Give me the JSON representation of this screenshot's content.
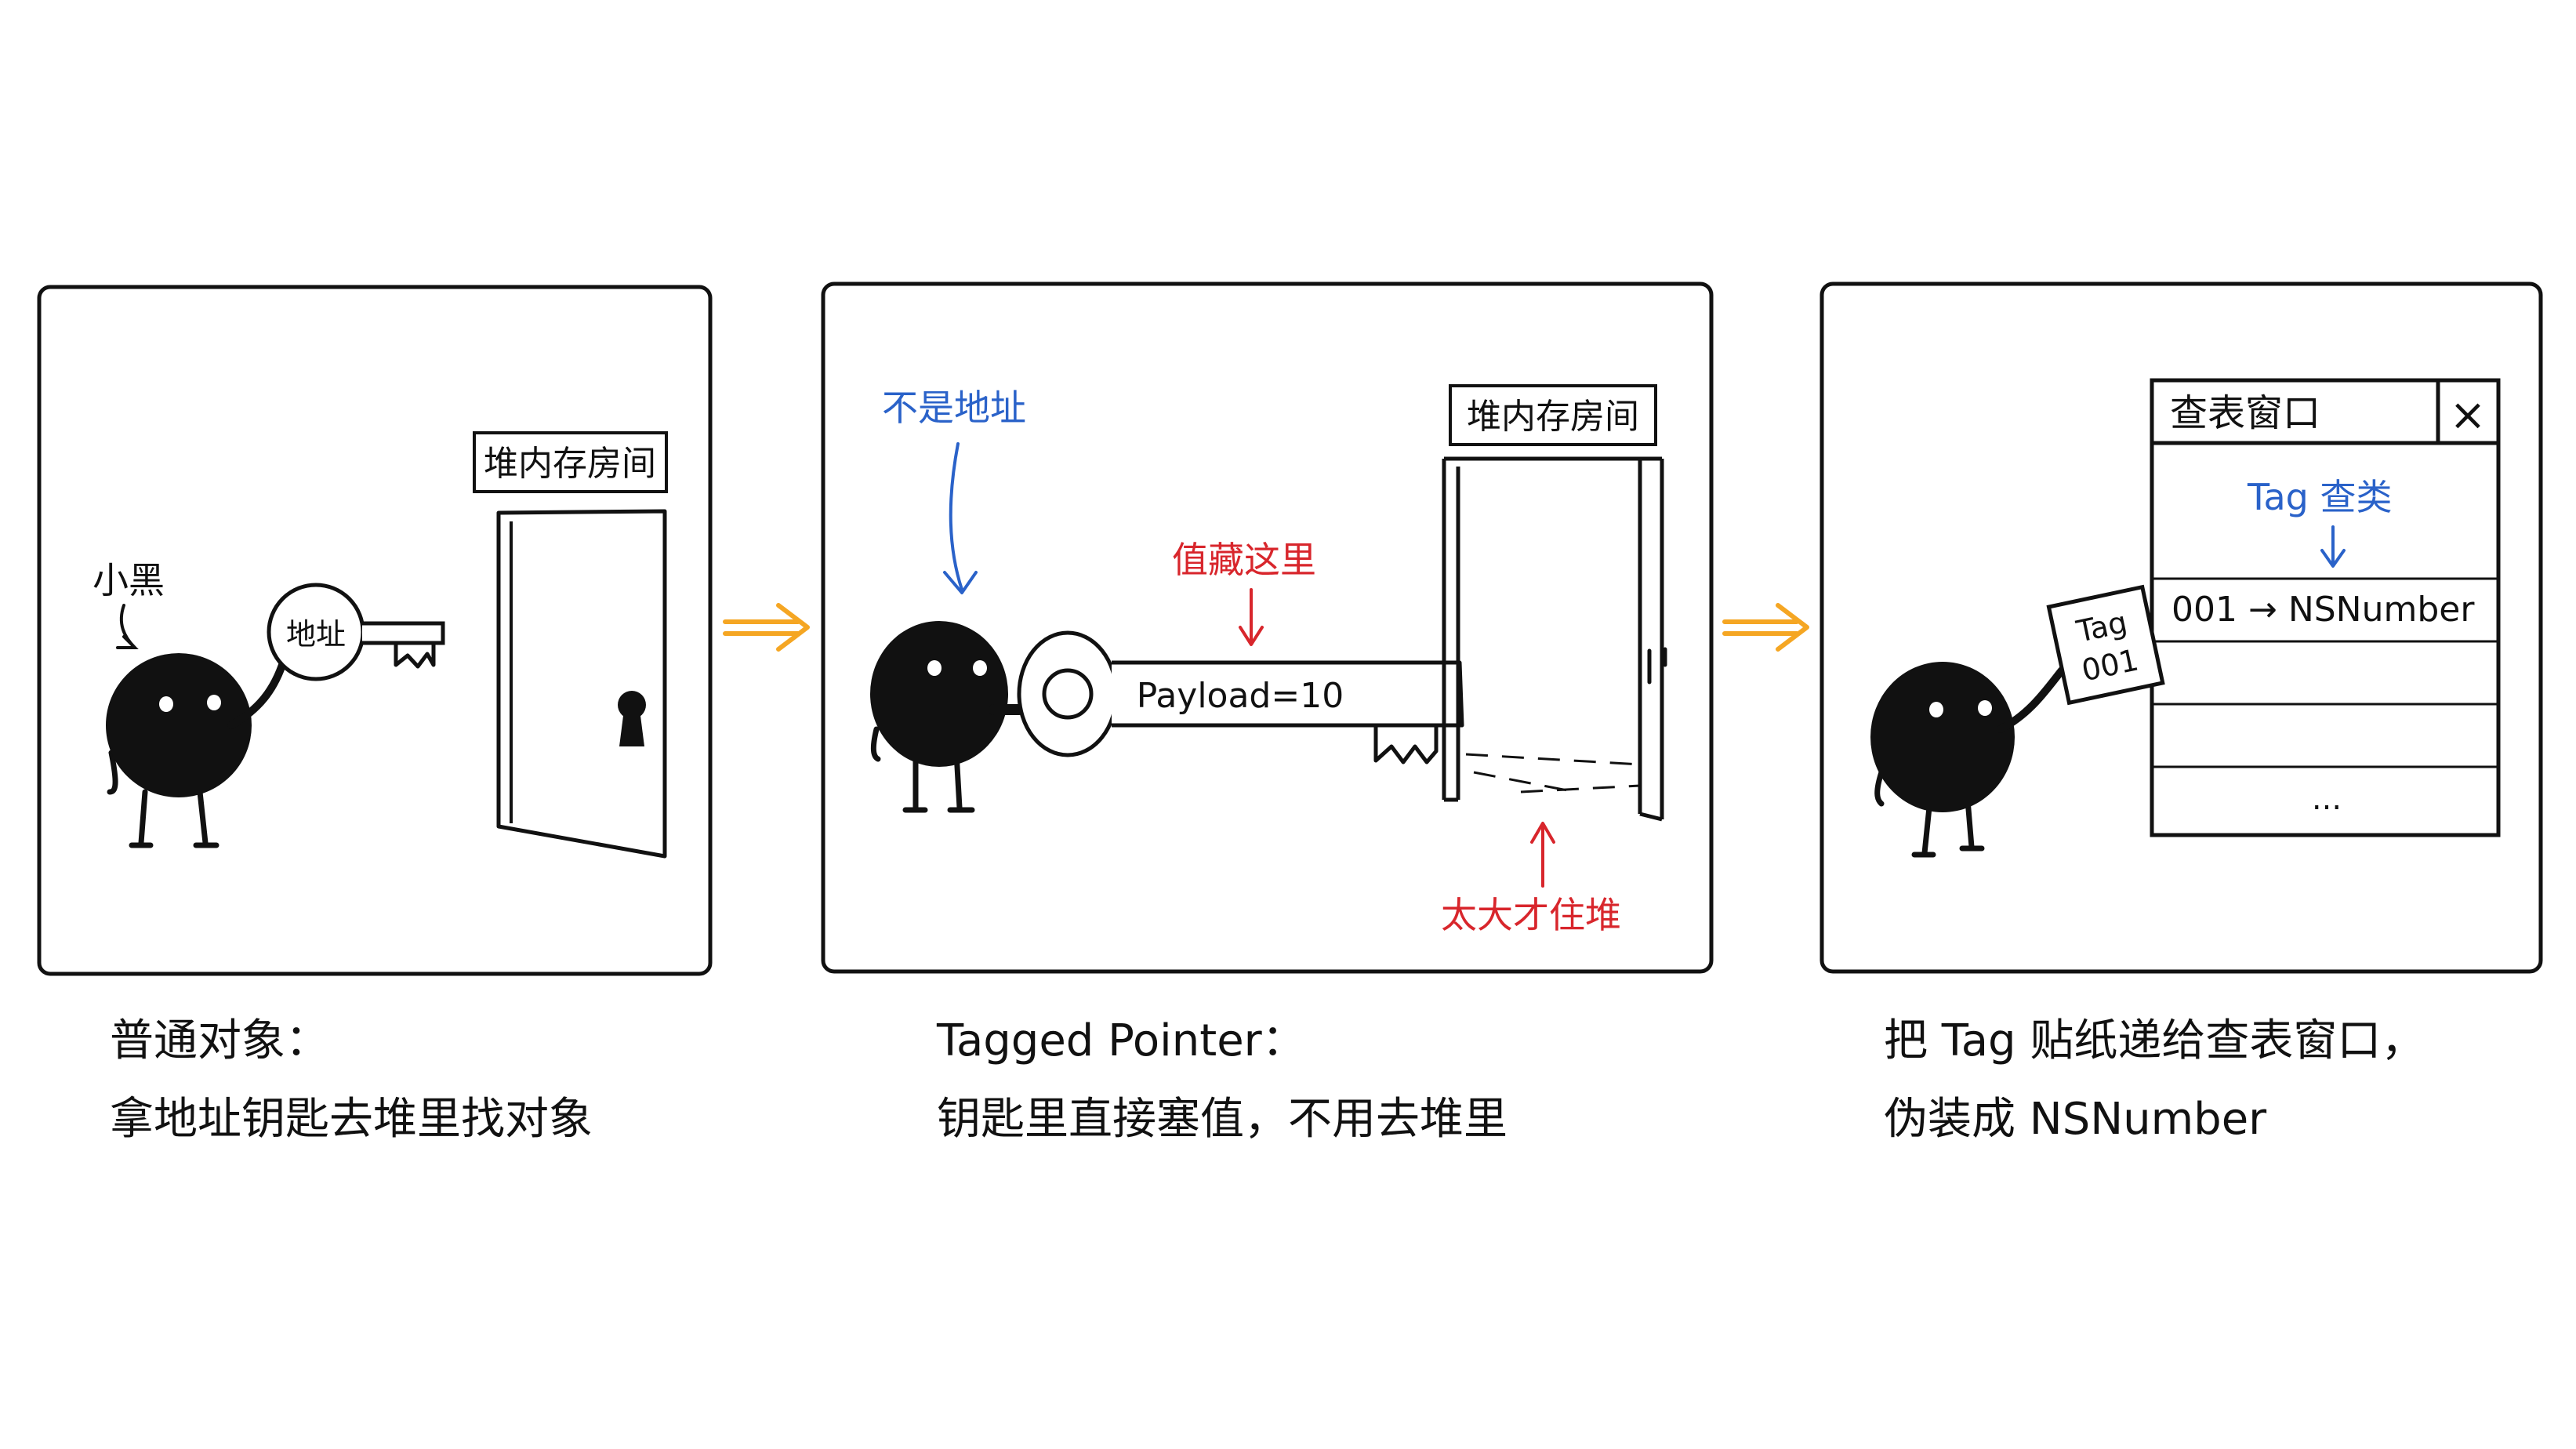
{
  "panel1": {
    "character_label": "小黑",
    "key_label": "地址",
    "room_label": "堆内存房间",
    "caption_line1": "普通对象：",
    "caption_line2": "拿地址钥匙去堆里找对象"
  },
  "panel2": {
    "not_address_label": "不是地址",
    "value_hidden_label": "值藏这里",
    "payload_label": "Payload=10",
    "room_label": "堆内存房间",
    "too_big_label": "太大才住堆",
    "caption_line1": "Tagged Pointer：",
    "caption_line2": "钥匙里直接塞值，不用去堆里"
  },
  "panel3": {
    "window_title": "查表窗口",
    "close_symbol": "×",
    "tag_lookup_label": "Tag 查类",
    "table_row1": "001 → NSNumber",
    "table_ellipsis": "...",
    "sticker_line1": "Tag",
    "sticker_line2": "001",
    "caption_line1": "把 Tag 贴纸递给查表窗口，",
    "caption_line2": "伪装成 NSNumber"
  },
  "colors": {
    "ink": "#111111",
    "blue_annotation": "#2a62c9",
    "red_annotation": "#d8262c",
    "orange_arrow": "#f5a623"
  },
  "icons": [
    "character-figure",
    "key-icon",
    "door-icon",
    "keyhole-icon",
    "flow-arrow-icon",
    "close-icon",
    "tag-sticker-icon"
  ]
}
